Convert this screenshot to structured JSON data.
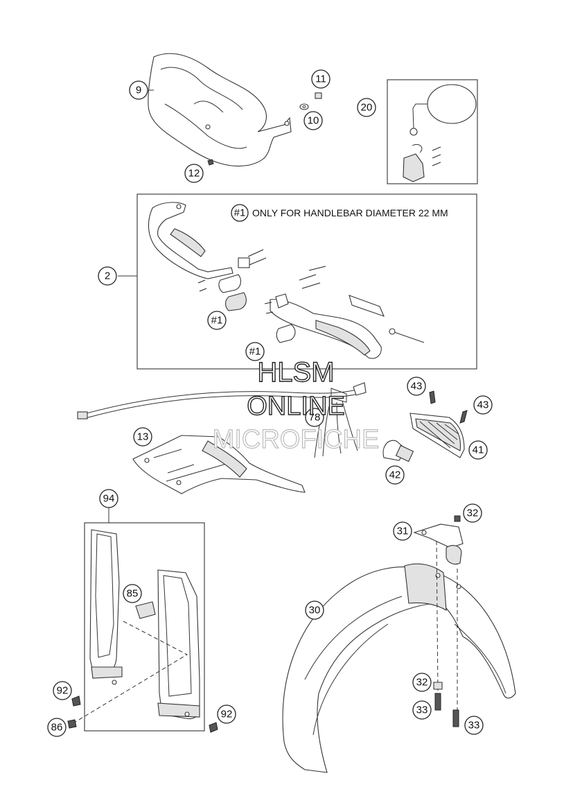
{
  "callouts": {
    "c9": "9",
    "c11": "11",
    "c10": "10",
    "c12": "12",
    "c20": "20",
    "c2": "2",
    "c13": "13",
    "c78": "78",
    "c43a": "43",
    "c43b": "43",
    "c41": "41",
    "c42": "42",
    "c94": "94",
    "c85": "85",
    "c92a": "92",
    "c86": "86",
    "c92b": "92",
    "c31": "31",
    "c32a": "32",
    "c30": "30",
    "c32b": "32",
    "c33a": "33",
    "c33b": "33",
    "n1a": "#1",
    "n1b": "#1",
    "n1c": "#1"
  },
  "note": {
    "marker": "#1",
    "text": "ONLY FOR HANDLEBAR DIAMETER 22 MM"
  },
  "watermark": {
    "line1": "HLSM",
    "line2": "ONLINE",
    "line3": "MICROFICHE"
  }
}
